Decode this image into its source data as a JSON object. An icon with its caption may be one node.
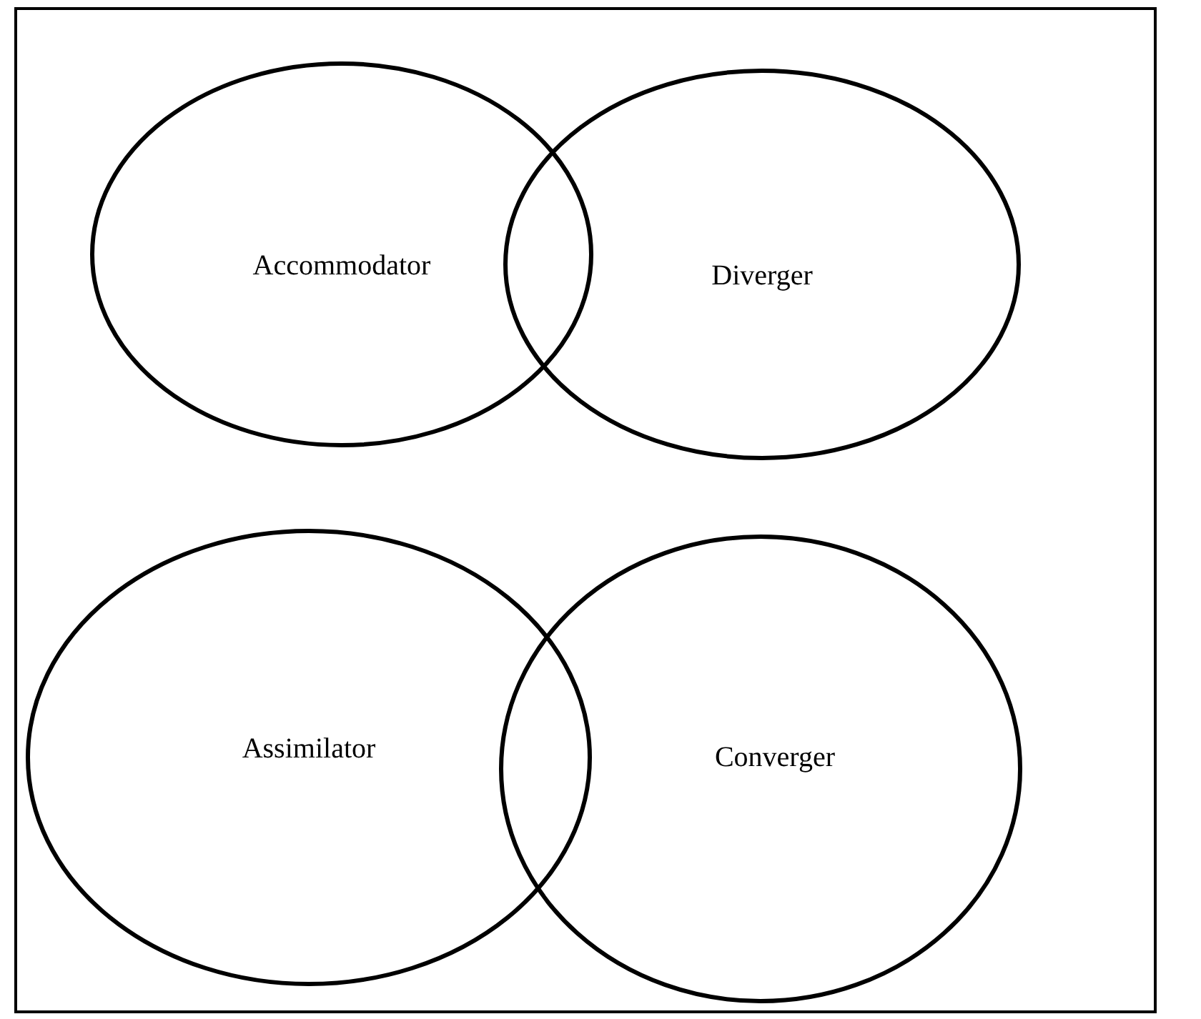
{
  "diagram": {
    "nodes": [
      {
        "text": [
          "Accommodator"
        ]
      },
      {
        "text": [
          "Diverger"
        ]
      },
      {
        "text": [
          "Assimilator"
        ]
      },
      {
        "text": [
          "Converger"
        ]
      }
    ]
  }
}
